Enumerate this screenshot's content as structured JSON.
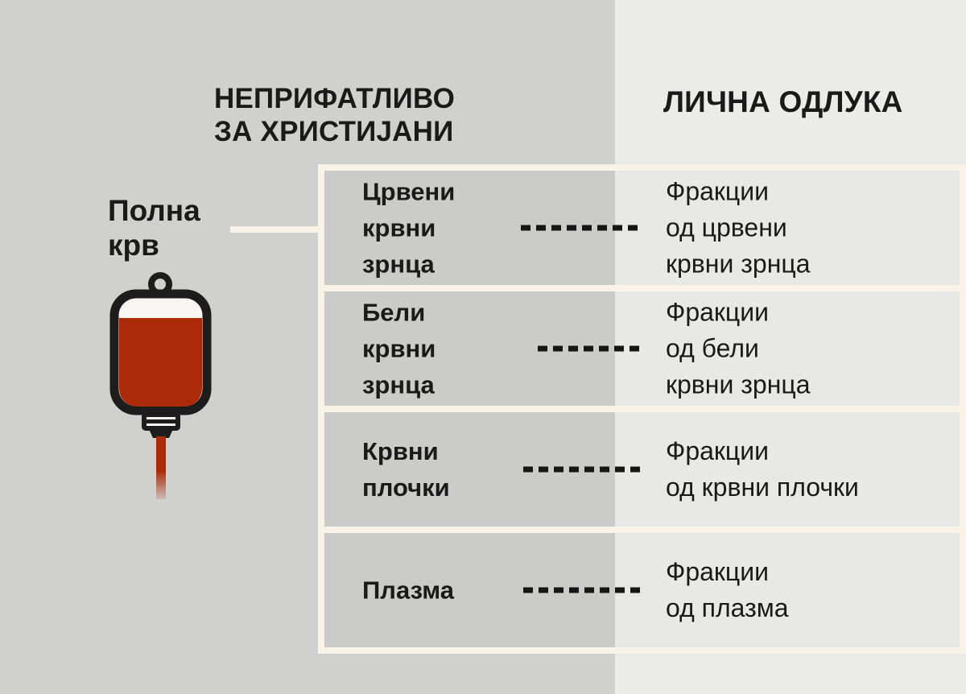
{
  "headers": {
    "left_line1": "НЕПРИФАТЛИВО",
    "left_line2": "ЗА ХРИСТИЈАНИ",
    "right": "ЛИЧНА ОДЛУКА"
  },
  "source_label": {
    "line1": "Полна",
    "line2": "крв"
  },
  "table": {
    "rows": [
      {
        "component": "Црвени крвни зрнца",
        "component_lines": [
          "Црвени",
          "крвни",
          "зрнца"
        ],
        "fraction": "Фракции од црвени крвни зрнца",
        "fraction_lines": [
          "Фракции",
          "од црвени",
          "крвни зрнца"
        ]
      },
      {
        "component": "Бели крвни зрнца",
        "component_lines": [
          "Бели",
          "крвни",
          "зрнца"
        ],
        "fraction": "Фракции од бели крвни зрнца",
        "fraction_lines": [
          "Фракции",
          "од бели",
          "крвни зрнца"
        ]
      },
      {
        "component": "Крвни плочки",
        "component_lines": [
          "Крвни",
          "плочки"
        ],
        "fraction": "Фракции од крвни плочки",
        "fraction_lines": [
          "Фракции",
          "од крвни плочки"
        ]
      },
      {
        "component": "Плазма",
        "component_lines": [
          "Плазма"
        ],
        "fraction": "Фракции од плазма",
        "fraction_lines": [
          "Фракции",
          "од плазма"
        ]
      }
    ]
  },
  "icons": {
    "blood_bag": "blood-bag-icon"
  },
  "colors": {
    "background_left": "#d0d0cf",
    "background_right": "#ebebea",
    "cell_left": "#cbcbca",
    "cell_right": "#e8e8e6",
    "border_cream": "#f8f2e7",
    "blood_red": "#ab2a07",
    "outline_black": "#1d1d1d",
    "text": "#1a1a1a",
    "dash": "#161616"
  }
}
